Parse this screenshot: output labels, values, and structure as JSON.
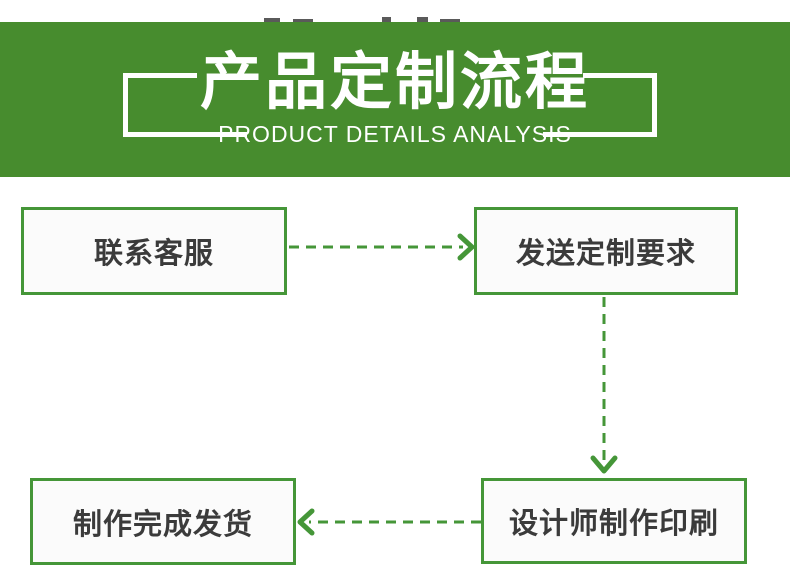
{
  "banner": {
    "title": "产品定制流程",
    "subtitle": "PRODUCT DETAILS ANALYSIS"
  },
  "flowchart": {
    "steps": [
      {
        "id": "contact-service",
        "label": "联系客服"
      },
      {
        "id": "send-request",
        "label": "发送定制要求"
      },
      {
        "id": "designer-print",
        "label": "设计师制作印刷"
      },
      {
        "id": "finish-ship",
        "label": "制作完成发货"
      }
    ],
    "arrows": [
      {
        "from": "contact-service",
        "to": "send-request",
        "direction": "right"
      },
      {
        "from": "send-request",
        "to": "designer-print",
        "direction": "down"
      },
      {
        "from": "designer-print",
        "to": "finish-ship",
        "direction": "left"
      }
    ]
  },
  "theme": {
    "banner_green": "#478c2e",
    "line_green": "#459638",
    "box_bg": "#fbfbfb",
    "ink": "#3b3b3b"
  }
}
